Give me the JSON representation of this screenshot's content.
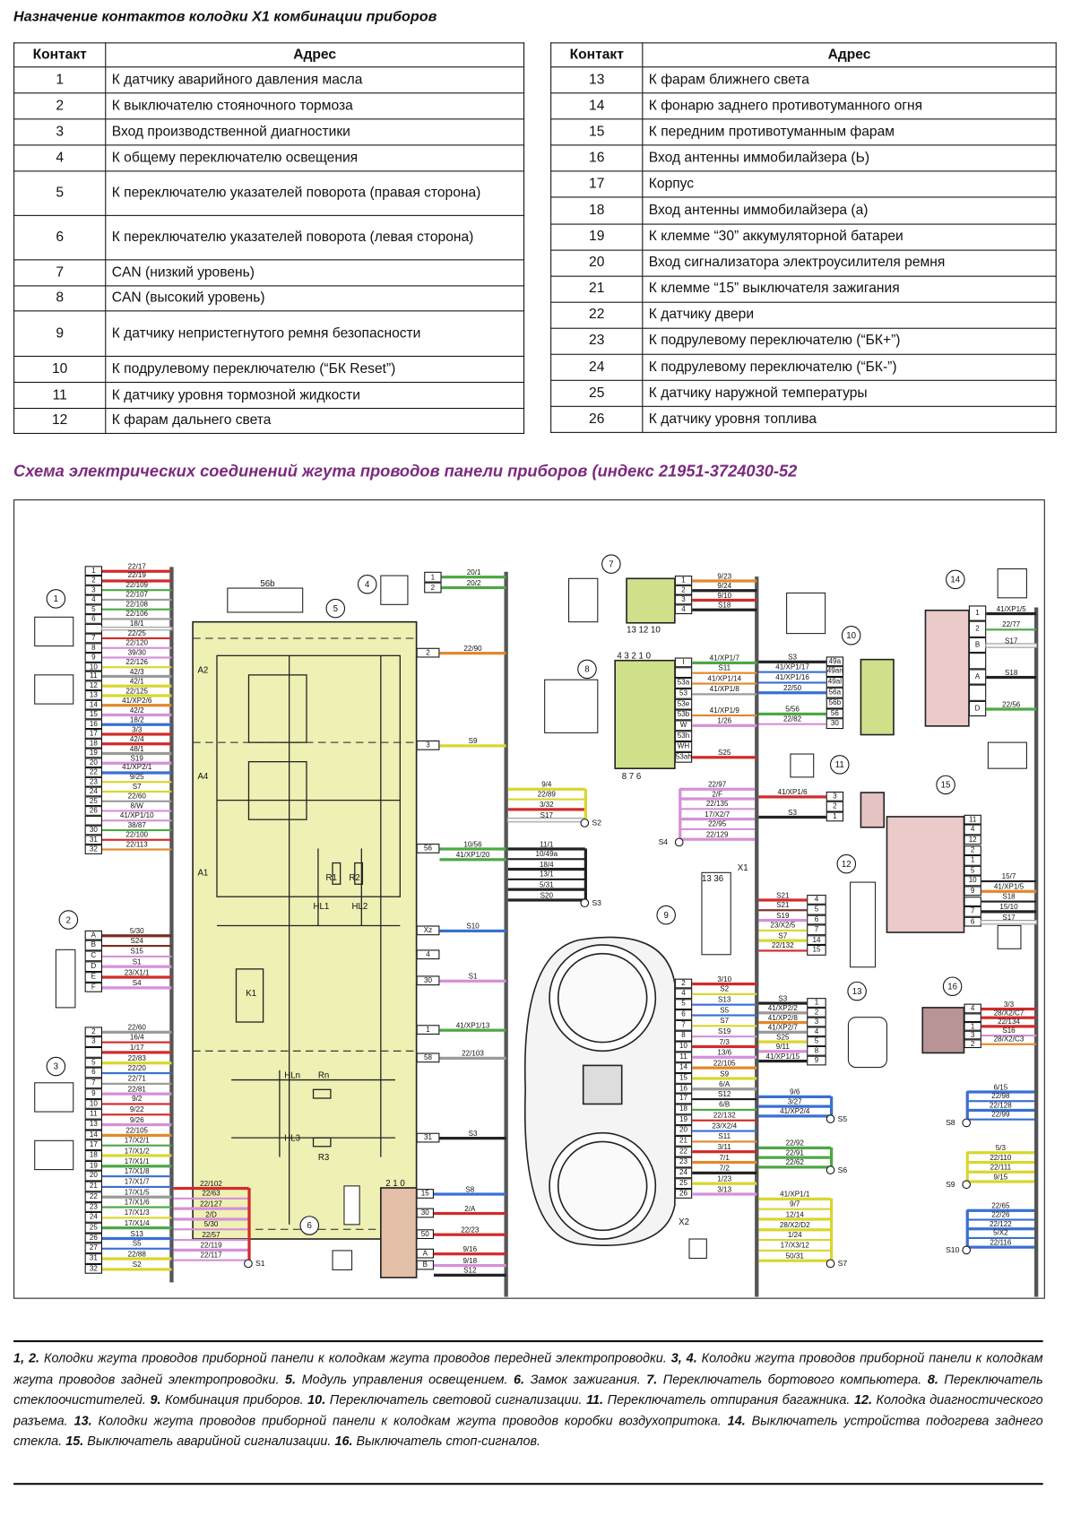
{
  "title": "Назначение контактов колодки X1 комбинации приборов",
  "table_headers": {
    "contact": "Контакт",
    "address": "Адрес"
  },
  "table_left": [
    {
      "n": "1",
      "a": "К датчику аварийного давления масла"
    },
    {
      "n": "2",
      "a": "К выключателю стояночного тормоза"
    },
    {
      "n": "3",
      "a": "Вход производственной диагностики"
    },
    {
      "n": "4",
      "a": "К общему переключателю освещения"
    },
    {
      "n": "5",
      "a": "К переключателю указателей поворота (правая сторона)"
    },
    {
      "n": "6",
      "a": "К переключателю указателей поворота (левая сторона)"
    },
    {
      "n": "7",
      "a": "CAN (низкий уровень)"
    },
    {
      "n": "8",
      "a": "CAN (высокий уровень)"
    },
    {
      "n": "9",
      "a": "К датчику непристегнутого ремня безопасности"
    },
    {
      "n": "10",
      "a": "К подрулевому переключателю (“БК Reset”)"
    },
    {
      "n": "11",
      "a": "К датчику уровня тормозной жидкости"
    },
    {
      "n": "12",
      "a": "К фарам дальнего света"
    }
  ],
  "table_right": [
    {
      "n": "13",
      "a": "К фарам ближнего света"
    },
    {
      "n": "14",
      "a": "К фонарю заднего противотуманного огня"
    },
    {
      "n": "15",
      "a": "К передним противотуманным фарам"
    },
    {
      "n": "16",
      "a": "Вход антенны иммобилайзера (Ь)"
    },
    {
      "n": "17",
      "a": "Корпус"
    },
    {
      "n": "18",
      "a": "Вход антенны иммобилайзера (а)"
    },
    {
      "n": "19",
      "a": "К клемме “30” аккумуляторной батареи"
    },
    {
      "n": "20",
      "a": "Вход сигнализатора электроусилителя ремня"
    },
    {
      "n": "21",
      "a": "К клемме “15” выключателя зажигания"
    },
    {
      "n": "22",
      "a": "К датчику двери"
    },
    {
      "n": "23",
      "a": "К подрулевому переключателю (“БК+”)"
    },
    {
      "n": "24",
      "a": "К подрулевому переключателю (“БК-”)"
    },
    {
      "n": "25",
      "a": "К датчику наружной температуры"
    },
    {
      "n": "26",
      "a": "К датчику уровня топлива"
    }
  ],
  "diagram_title": "Схема электрических соединений жгута проводов панели приборов (индекс 21951-3724030-52",
  "wire_colors": {
    "r": "#d22a2a",
    "y": "#d9d62e",
    "g": "#4ca844",
    "b": "#3a6fd2",
    "p": "#d690d8",
    "k": "#222222",
    "o": "#e2882c",
    "gr": "#9a9a9a",
    "br": "#7a2e22",
    "w": "#f4f4f4"
  },
  "groups": {
    "c1": {
      "pins": [
        [
          "1",
          "22/17",
          "r"
        ],
        [
          "2",
          "22/19",
          "r"
        ],
        [
          "3",
          "22/109",
          "g"
        ],
        [
          "4",
          "22/107",
          "gr"
        ],
        [
          "5",
          "22/108",
          "g"
        ],
        [
          "6",
          "22/106",
          "gr"
        ],
        [
          "",
          "18/1",
          "w"
        ],
        [
          "7",
          "22/25",
          "r"
        ],
        [
          "8",
          "22/120",
          "p"
        ],
        [
          "9",
          "39/30",
          "p"
        ],
        [
          "10",
          "22/126",
          "y"
        ],
        [
          "11",
          "42/3",
          "gr"
        ],
        [
          "12",
          "42/1",
          "y"
        ],
        [
          "13",
          "22/125",
          "y"
        ],
        [
          "14",
          "41/XP2/6",
          "o"
        ],
        [
          "15",
          "42/2",
          "p"
        ],
        [
          "16",
          "18/2",
          "b"
        ],
        [
          "17",
          "3/3",
          "r"
        ],
        [
          "18",
          "42/4",
          "r"
        ],
        [
          "19",
          "48/1",
          "gr"
        ],
        [
          "20",
          "S19",
          "p"
        ],
        [
          "22",
          "41/XP2/1",
          "b"
        ],
        [
          "23",
          "9/25",
          "y"
        ],
        [
          "24",
          "S7",
          "y"
        ],
        [
          "25",
          "22/60",
          "gr"
        ],
        [
          "26",
          "8/W",
          "p"
        ],
        [
          "",
          "41/XP1/10",
          "p"
        ],
        [
          "30",
          "38/87",
          "g"
        ],
        [
          "31",
          "22/100",
          "r"
        ],
        [
          "32",
          "22/113",
          "o"
        ]
      ]
    },
    "c2": {
      "pins": [
        [
          "A",
          "5/30",
          "br"
        ],
        [
          "B",
          "S24",
          "br"
        ],
        [
          "C",
          "S15",
          "p"
        ],
        [
          "D",
          "S1",
          "p"
        ],
        [
          "E",
          "23/X1/1",
          "r"
        ],
        [
          "F",
          "S4",
          "p"
        ]
      ]
    },
    "c3": {
      "pins": [
        [
          "2",
          "22/60",
          "gr"
        ],
        [
          "3",
          "16/4",
          "r"
        ],
        [
          "",
          "1/17",
          "r"
        ],
        [
          "5",
          "22/83",
          "y"
        ],
        [
          "6",
          "22/20",
          "b"
        ],
        [
          "7",
          "22/71",
          "gr"
        ],
        [
          "9",
          "22/81",
          "p"
        ],
        [
          "10",
          "9/2",
          "r"
        ],
        [
          "11",
          "9/22",
          "r"
        ],
        [
          "13",
          "9/26",
          "p"
        ],
        [
          "14",
          "22/105",
          "o"
        ],
        [
          "17",
          "17/X2/1",
          "g"
        ],
        [
          "18",
          "17/X1/2",
          "y"
        ],
        [
          "19",
          "17/X1/1",
          "g"
        ],
        [
          "20",
          "17/X1/8",
          "b"
        ],
        [
          "21",
          "17/X1/7",
          "b"
        ],
        [
          "22",
          "17/X1/5",
          "gr"
        ],
        [
          "23",
          "17/X1/6",
          "g"
        ],
        [
          "24",
          "17/X1/3",
          "y"
        ],
        [
          "25",
          "17/X1/4",
          "g"
        ],
        [
          "26",
          "S13",
          "b"
        ],
        [
          "27",
          "S5",
          "b"
        ],
        [
          "31",
          "22/88",
          "y"
        ],
        [
          "32",
          "S2",
          "y"
        ]
      ]
    },
    "c4": {
      "pins": [
        [
          "1",
          "20/1",
          "g"
        ],
        [
          "2",
          "20/2",
          "g"
        ]
      ]
    },
    "c5": {
      "pins": [
        [
          "2",
          "22/90",
          "o"
        ],
        [
          "3",
          "S9",
          "y"
        ],
        [
          "56",
          "10/56",
          "g"
        ],
        [
          "",
          "41/XP1/20",
          "g"
        ],
        [
          "Xz",
          "S10",
          "b"
        ],
        [
          "4",
          "",
          ""
        ],
        [
          "30",
          "S1",
          "p"
        ],
        [
          "1",
          "41/XP1/13",
          "g"
        ],
        [
          "58",
          "22/103",
          "gr"
        ],
        [
          "31",
          "S3",
          "k"
        ]
      ]
    },
    "c6": {
      "pins": [
        [
          "15",
          "S8",
          "b"
        ],
        [
          "30",
          "2/A",
          "r"
        ],
        [
          "50",
          "22/23",
          "r"
        ],
        [
          "A",
          "9/16",
          "r"
        ],
        [
          "B",
          "9/18",
          "p"
        ],
        [
          "",
          "S12",
          "k"
        ]
      ]
    },
    "c7": {
      "pins": [
        [
          "1",
          "9/23",
          "o"
        ],
        [
          "2",
          "9/24",
          "k"
        ],
        [
          "3",
          "9/10",
          "r"
        ],
        [
          "4",
          "S18",
          "k"
        ]
      ]
    },
    "c8": {
      "pins": [
        [
          "I",
          "41/XP1/7",
          "g"
        ],
        [
          "",
          "S11",
          "o"
        ],
        [
          "53a",
          "41/XP1/14",
          "o"
        ],
        [
          "53",
          "41/XP1/8",
          "gr"
        ],
        [
          "53e",
          "",
          ""
        ],
        [
          "53b",
          "41/XP1/9",
          "o"
        ],
        [
          "W",
          "1/26",
          "p"
        ],
        [
          "53h",
          "",
          ""
        ],
        [
          "WH",
          "",
          ""
        ],
        [
          "53ah",
          "S25",
          "r"
        ]
      ]
    },
    "c9": {
      "pins": [
        [
          "2",
          "3/10",
          "r"
        ],
        [
          "4",
          "S2",
          "y"
        ],
        [
          "5",
          "S13",
          "b"
        ],
        [
          "6",
          "S5",
          "b"
        ],
        [
          "7",
          "S7",
          "y"
        ],
        [
          "8",
          "S19",
          "p"
        ],
        [
          "10",
          "7/3",
          "r"
        ],
        [
          "11",
          "13/6",
          "p"
        ],
        [
          "14",
          "22/105",
          "o"
        ],
        [
          "15",
          "S9",
          "y"
        ],
        [
          "16",
          "6/A",
          "gr"
        ],
        [
          "17",
          "S12",
          "k"
        ],
        [
          "18",
          "6/B",
          "g"
        ],
        [
          "19",
          "22/132",
          "r"
        ],
        [
          "20",
          "23/X2/4",
          "b"
        ],
        [
          "21",
          "S11",
          "o"
        ],
        [
          "22",
          "3/11",
          "r"
        ],
        [
          "23",
          "7/1",
          "o"
        ],
        [
          "24",
          "7/2",
          "k"
        ],
        [
          "25",
          "1/23",
          "y"
        ],
        [
          "26",
          "3/13",
          "p"
        ]
      ]
    },
    "c10": {
      "pins": [
        [
          "49a",
          "S3",
          "k"
        ],
        [
          "49an",
          "41/XP1/17",
          "b"
        ],
        [
          "49al",
          "41/XP1/16",
          "b"
        ],
        [
          "56a",
          "22/50",
          "b"
        ],
        [
          "56b",
          "",
          ""
        ],
        [
          "56",
          "5/56",
          "g"
        ],
        [
          "30",
          "22/82",
          "p"
        ]
      ]
    },
    "c11": {
      "pins": [
        [
          "3",
          "41/XP1/6",
          "r"
        ],
        [
          "2",
          "",
          ""
        ],
        [
          "1",
          "S3",
          "k"
        ]
      ]
    },
    "c12": {
      "pins": [
        [
          "4",
          "S21",
          "r"
        ],
        [
          "5",
          "S21",
          "br"
        ],
        [
          "6",
          "S19",
          "p"
        ],
        [
          "7",
          "23/X2/5",
          "y"
        ],
        [
          "14",
          "S7",
          "y"
        ],
        [
          "15",
          "22/132",
          "r"
        ]
      ]
    },
    "c13": {
      "pins": [
        [
          "1",
          "S3",
          "k"
        ],
        [
          "2",
          "41/XP2/2",
          "gr"
        ],
        [
          "3",
          "41/XP2/8",
          "o"
        ],
        [
          "4",
          "41/XP2/7",
          "gr"
        ],
        [
          "5",
          "S25",
          "y"
        ],
        [
          "8",
          "9/11",
          "p"
        ],
        [
          "9",
          "41/XP1/15",
          "k"
        ]
      ]
    },
    "c14": {
      "pins": [
        [
          "1",
          "41/XP1/5",
          "k"
        ],
        [
          "2",
          "22/77",
          "g"
        ],
        [
          "B",
          "S17",
          "w"
        ],
        [
          "",
          "",
          ""
        ],
        [
          "A",
          "S18",
          "k"
        ],
        [
          "",
          "",
          ""
        ],
        [
          "D",
          "22/56",
          "g"
        ]
      ]
    },
    "c15": {
      "pins": [
        [
          "11",
          "",
          ""
        ],
        [
          "4",
          "",
          ""
        ],
        [
          "12",
          "",
          ""
        ],
        [
          "2",
          "",
          ""
        ],
        [
          "1",
          "",
          ""
        ],
        [
          "5",
          "",
          ""
        ],
        [
          "10",
          "15/7",
          "k"
        ],
        [
          "9",
          "41/XP1/5",
          "o"
        ],
        [
          "",
          "S18",
          "k"
        ],
        [
          "7",
          "15/10",
          "k"
        ],
        [
          "6",
          "S17",
          "w"
        ]
      ]
    },
    "c16": {
      "pins": [
        [
          "4",
          "3/3",
          "r"
        ],
        [
          "",
          "28/X2/C7",
          "r"
        ],
        [
          "1",
          "22/134",
          "r"
        ],
        [
          "3",
          "S16",
          "p"
        ],
        [
          "2",
          "28/X2/C3",
          "o"
        ]
      ]
    },
    "S1": {
      "name": "S1",
      "wires": [
        [
          "22/102",
          "r"
        ],
        [
          "22/63",
          "p"
        ],
        [
          "22/127",
          "p"
        ],
        [
          "2/D",
          "p"
        ],
        [
          "5/30",
          "p"
        ],
        [
          "22/57",
          "p"
        ],
        [
          "22/119",
          "p"
        ],
        [
          "22/117",
          "p"
        ]
      ]
    },
    "S2": {
      "name": "S2",
      "wires": [
        [
          "9/4",
          "y"
        ],
        [
          "22/89",
          "y"
        ],
        [
          "3/32",
          "r"
        ],
        [
          "S17",
          "w"
        ]
      ]
    },
    "S3": {
      "name": "S3",
      "wires": [
        [
          "11/1",
          "k"
        ],
        [
          "10/49a",
          "k"
        ],
        [
          "18/4",
          "k"
        ],
        [
          "13/1",
          "k"
        ],
        [
          "5/31",
          "k"
        ],
        [
          "S20",
          "k"
        ]
      ]
    },
    "S4": {
      "name": "S4",
      "wires": [
        [
          "22/97",
          "p"
        ],
        [
          "2/F",
          "p"
        ],
        [
          "22/135",
          "p"
        ],
        [
          "17/X2/7",
          "p"
        ],
        [
          "22/95",
          "p"
        ],
        [
          "22/129",
          "p"
        ]
      ]
    },
    "S5": {
      "name": "S5",
      "wires": [
        [
          "9/6",
          "b"
        ],
        [
          "3/27",
          "b"
        ],
        [
          "41/XP2/4",
          "b"
        ]
      ]
    },
    "S6": {
      "name": "S6",
      "wires": [
        [
          "22/92",
          "g"
        ],
        [
          "22/91",
          "g"
        ],
        [
          "22/62",
          "g"
        ]
      ]
    },
    "S7": {
      "name": "S7",
      "wires": [
        [
          "41/XP1/1",
          "y"
        ],
        [
          "9/7",
          "y"
        ],
        [
          "12/14",
          "y"
        ],
        [
          "28/X2/D2",
          "y"
        ],
        [
          "1/24",
          "y"
        ],
        [
          "17/X3/12",
          "y"
        ],
        [
          "50/31",
          "y"
        ]
      ]
    },
    "S8": {
      "name": "S8",
      "wires": [
        [
          "6/15",
          "b"
        ],
        [
          "22/98",
          "b"
        ],
        [
          "22/128",
          "b"
        ],
        [
          "22/99",
          "b"
        ]
      ]
    },
    "S9": {
      "name": "S9",
      "wires": [
        [
          "5/3",
          "y"
        ],
        [
          "22/110",
          "y"
        ],
        [
          "22/111",
          "y"
        ],
        [
          "9/15",
          "y"
        ]
      ]
    },
    "S10": {
      "name": "S10",
      "wires": [
        [
          "22/65",
          "b"
        ],
        [
          "22/26",
          "b"
        ],
        [
          "22/122",
          "b"
        ],
        [
          "5/X2",
          "b"
        ],
        [
          "22/116",
          "b"
        ]
      ]
    }
  },
  "callouts": [
    "1",
    "2",
    "3",
    "4",
    "5",
    "6",
    "7",
    "8",
    "9",
    "10",
    "11",
    "12",
    "13",
    "14",
    "15",
    "16"
  ],
  "module_labels": {
    "a2": "A2",
    "a4": "A4",
    "a1": "A1",
    "k1": "K1",
    "r1": "R1",
    "r2": "R2",
    "hl1": "HL1",
    "hl2": "HL2",
    "rn": "Rn",
    "hln": "HLn",
    "r3": "R3",
    "hl3": "HL3",
    "c5top": "56b",
    "c7pos": "13 12 10",
    "c8pos_top": "4 3 2 1 0",
    "c8pos_bot": "8 7 6",
    "c6pos": "2 1 0",
    "x1": "X1",
    "x1pins": "13  36",
    "x2": "X2"
  },
  "caption": [
    {
      "b": "1, 2.",
      "t": " Колодки жгута проводов приборной панели к колодкам жгута проводов передней электропроводки. "
    },
    {
      "b": "3, 4.",
      "t": " Колодки жгута проводов приборной панели к колодкам жгута проводов задней электропроводки. "
    },
    {
      "b": "5.",
      "t": " Модуль управления освещением. "
    },
    {
      "b": "6.",
      "t": " Замок зажигания. "
    },
    {
      "b": "7.",
      "t": " Переключатель бортового компьютера. "
    },
    {
      "b": "8.",
      "t": " Переключатель стеклоочистителей. "
    },
    {
      "b": "9.",
      "t": " Комбинация приборов. "
    },
    {
      "b": "10.",
      "t": " Переключатель световой сигнализации. "
    },
    {
      "b": "11.",
      "t": " Переключатель отпирания багажника. "
    },
    {
      "b": "12.",
      "t": " Колодка диагностического разъема. "
    },
    {
      "b": "13.",
      "t": " Колодки жгута проводов приборной панели к колодкам жгута проводов коробки воздухопритока. "
    },
    {
      "b": "14.",
      "t": " Выключатель устройства подогрева заднего стекла. "
    },
    {
      "b": "15.",
      "t": " Выключатель аварийной сигнализации. "
    },
    {
      "b": "16.",
      "t": " Выключатель стоп-сигналов."
    }
  ]
}
